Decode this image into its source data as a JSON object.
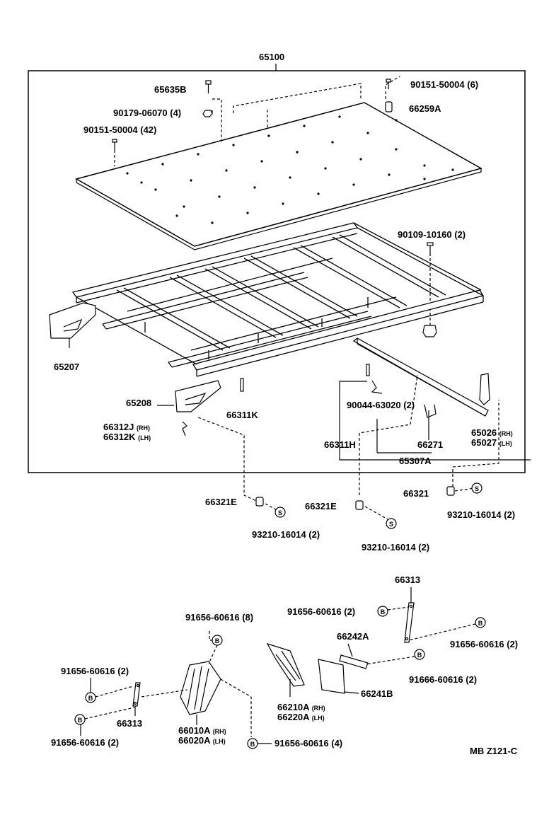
{
  "assembly": {
    "part": "65100"
  },
  "labels": {
    "p65635B": "65635B",
    "p90151_50004_6": "90151-50004 (6)",
    "p90179_06070": "90179-06070 (4)",
    "p66259A": "66259A",
    "p90151_50004_42": "90151-50004 (42)",
    "p90109_10160": "90109-10160 (2)",
    "p65207": "65207",
    "p65208": "65208",
    "p66311K": "66311K",
    "p90044_63020": "90044-63020 (2)",
    "p66312J": "66312J",
    "p66312K": "66312K",
    "p66311H": "66311H",
    "p66271": "66271",
    "p65026": "65026",
    "p65027": "65027",
    "p65307A": "65307A",
    "p66321E_a": "66321E",
    "p66321E_b": "66321E",
    "p66321": "66321",
    "p93210_a": "93210-16014 (2)",
    "p93210_b": "93210-16014 (2)",
    "p93210_c": "93210-16014 (2)",
    "p66313_top": "66313",
    "p91656_2_a": "91656-60616 (2)",
    "p91656_8": "91656-60616 (8)",
    "p66242A": "66242A",
    "p91656_2_b": "91656-60616 (2)",
    "p91666": "91666-60616 (2)",
    "p91656_2_c": "91656-60616 (2)",
    "p66241B": "66241B",
    "p66210A": "66210A",
    "p66220A": "66220A",
    "p66313_bot": "66313",
    "p91656_2_d": "91656-60616 (2)",
    "p66010A": "66010A",
    "p66020A": "66020A",
    "p91656_4": "91656-60616 (4)",
    "rh": "(RH)",
    "lh": "(LH)",
    "code": "MB  Z121-C"
  },
  "icons": [
    "screw-icon",
    "nut-icon",
    "clip-icon",
    "rivet-icon",
    "washer-s-icon",
    "washer-b-icon"
  ]
}
